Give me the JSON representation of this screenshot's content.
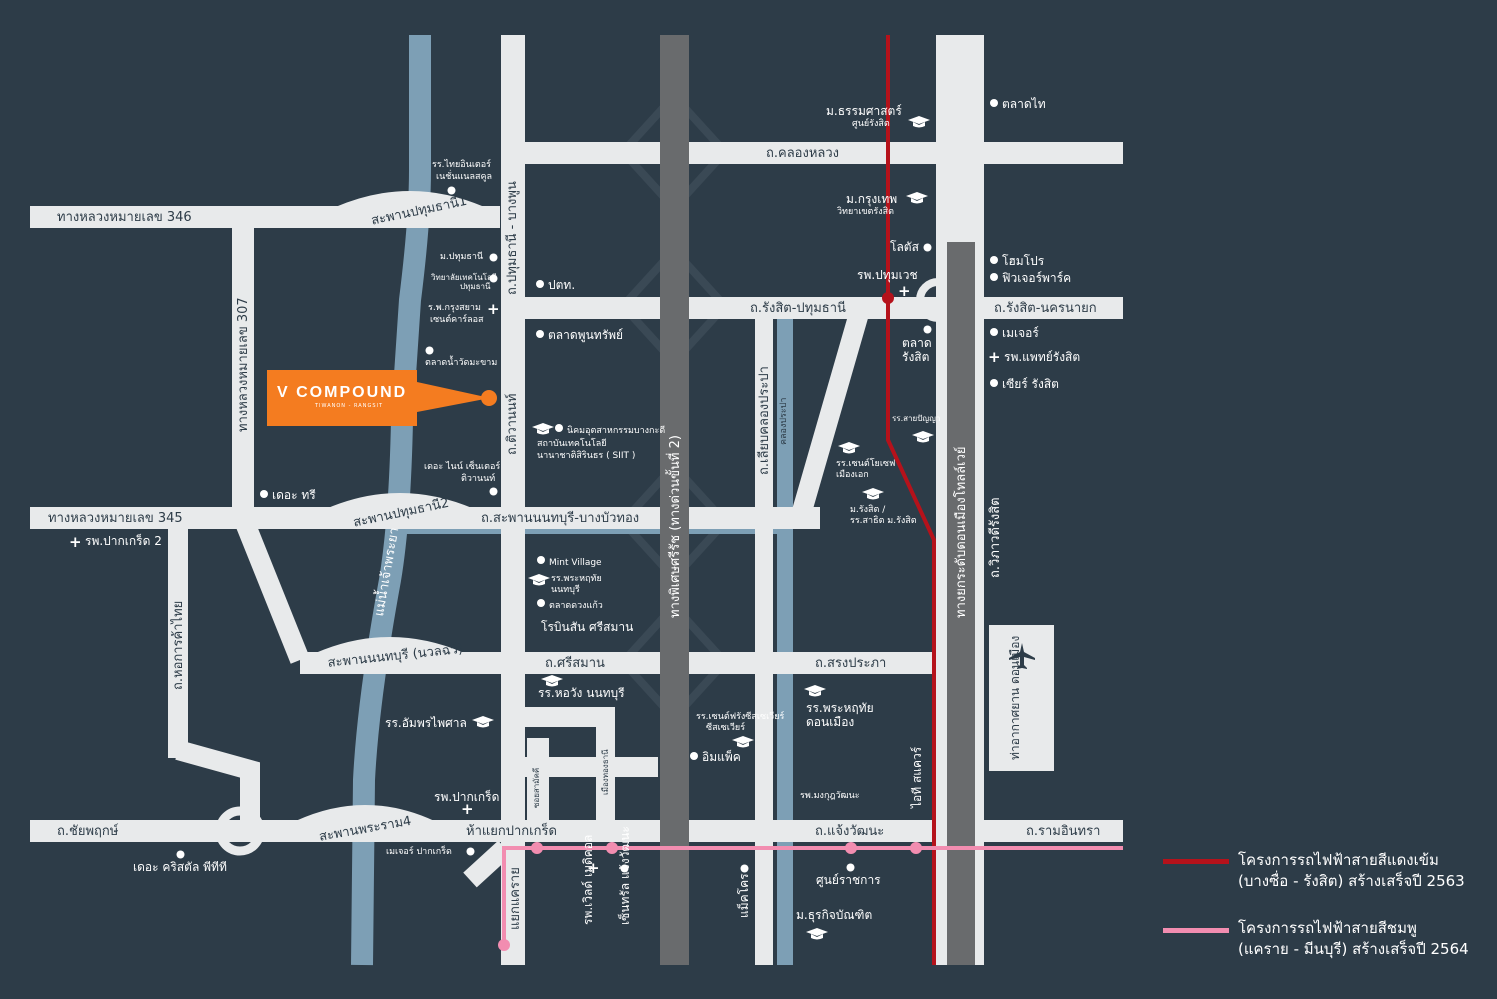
{
  "colors": {
    "background": "#2d3c48",
    "road": "#e8eaeb",
    "expressway": "#696b6d",
    "river": "#7d9fb5",
    "red_line": "#b5121b",
    "pink_line": "#f28db0",
    "brand": "#f47c20",
    "label": "#ffffff"
  },
  "brand": {
    "name": "V COMPOUND",
    "sub": "TIWANON - RANGSIT"
  },
  "roads": {
    "hw346": "ทางหลวงหมายเลข 346",
    "hw345": "ทางหลวงหมายเลข 345",
    "hw307": "ทางหลวงหมายเลข 307",
    "klong_luang": "ถ.คลองหลวง",
    "rangsit_pathum": "ถ.รังสิต-ปทุมธานี",
    "rangsit_nakhon": "ถ.รังสิต-นครนายก",
    "saphan_nonbang": "ถ.สะพานนนทบุรี-บางบัวทอง",
    "srisaman": "ถ.ศรีสมาน",
    "sorakprapa": "ถ.สรงประภา",
    "chaengwattana": "ถ.แจ้งวัฒนะ",
    "ramintra": "ถ.รามอินทรา",
    "chaiyaphruek": "ถ.ชัยพฤกษ์",
    "pathum_bangphun": "ถ.ปทุมธานี - บางพูน",
    "tiwanon": "ถ.ติวานนท์",
    "liap_klong_prapa": "ถ.เลียบคลองประปา",
    "klong_prapa": "คลองประปา",
    "si_rat": "ทางพิเศษศรีรัช (ทางด่วนขั้นที่ 2)",
    "don_mueang_tollway": "ทางยกระดับดอนเมืองโทลล์เวย์",
    "vibhavadi": "ถ.วิภาวดีรังสิต",
    "hokan_kha_thai": "ถ.หอการค้าไทย",
    "river": "แม่น้ำเจ้าพระยา",
    "bridge1": "สะพานปทุมธานี1",
    "bridge2": "สะพานปทุมธานี2",
    "bridge_nonthaburi": "สะพานนนทบุรี (นวลฉวี)",
    "bridge_rama4": "สะพานพระราม4",
    "pak_kret_intersection": "ห้าแยกปากเกร็ด",
    "khae_rai": "แยกแคราย",
    "soi_samakkhi": "ซอยสามัคคี",
    "muang_thong": "เมืองทองธานี"
  },
  "places": {
    "thammasat": "ม.ธรรมศาสตร์",
    "thammasat_sub": "ศูนย์รังสิต",
    "talad_thai": "ตลาดไท",
    "bangkok_u": "ม.กรุงเทพ",
    "bangkok_u_sub": "วิทยาเขตรังสิต",
    "lotus": "โลตัส",
    "homepro": "โฮมโปร",
    "future_park": "ฟิวเจอร์พาร์ค",
    "pathumwet": "รพ.ปทุมเวช",
    "major": "เมเจอร์",
    "paet_rangsit": "รพ.แพทย์รังสิต",
    "seer_rangsit": "เซียร์ รังสิต",
    "talad_rangsit": "ตลาด รังสิต",
    "rs_saipanya": "รร.สายปัญญา",
    "st_joseph": "รร.เซนต์โยเซฟ",
    "st_joseph_sub": "เมืองเอก",
    "rangsit_u": "ม.รังสิต /",
    "rangsit_u_sub": "รร.สาธิต ม.รังสิต",
    "thai_inter": "รร.ไทยอินเตอร์",
    "thai_inter_sub": "เนชั่นแนลสคูล",
    "m_pathumthani": "ม.ปทุมธานี",
    "tech_pathum": "วิทยาลัยเทคโนโลยี",
    "tech_pathum_sub": "ปทุมธานี",
    "krungsiam": "ร.พ.กรุงสยาม",
    "krungsiam_sub": "เซนต์คาร์ลอส",
    "wat_market": "ตลาดน้ำวัดมะขาม",
    "ptt": "ปตท.",
    "talad_phoon": "ตลาดพูนทรัพย์",
    "siit_line1": "นิคมอุตสาหกรรมบางกะดี",
    "siit_line2": "สถาบันเทคโนโลยี",
    "siit_line3": "นานาชาติสิรินธร ( SIIT )",
    "the_nine": "เดอะ ไนน์ เซ็นเตอร์",
    "the_nine_sub": "ติวานนท์",
    "the_tree": "เดอะ ทรี",
    "pakkret2": "รพ.ปากเกร็ด 2",
    "mint_village": "Mint Village",
    "ps_nonthaburi": "รร.พระหฤทัย",
    "ps_nonthaburi_sub": "นนทบุรี",
    "talad_daowadueng": "ตลาดดวงแก้ว",
    "robinson": "โรบินสัน ศรีสมาน",
    "horwang": "รร.หอวัง นนทบุรี",
    "amphon": "รร.อัมพรไพศาล",
    "st_francis": "รร.เซนต์ฟรังซีสเซเวียร์",
    "st_francis_2": "ซีสเซเวียร์",
    "impact": "อิมแพ็ค",
    "ps_donmueang": "รร.พระหฤทัย",
    "ps_donmueang_sub": "ดอนเมือง",
    "mongkut": "รพ.มงกุฎวัฒนะ",
    "it_square": "ไอที สแควร์",
    "pakkret_hosp": "รพ.ปากเกร็ด",
    "major_pakkret": "เมเจอร์ ปากเกร็ด",
    "crystal": "เดอะ คริสตัล พีทีที",
    "world_medical": "รพ.เวิลด์ เมดิคอล",
    "central": "เซ็นทรัล แจ้งวัฒนะ",
    "makro": "แม็คโคร",
    "government": "ศูนย์ราชการ",
    "dpu": "ม.ธุรกิจบัณฑิต",
    "airport": "ท่าอากาศยาน ดอนเมือง"
  },
  "legend": {
    "red_line_1": "โครงการรถไฟฟ้าสายสีแดงเข้ม",
    "red_line_2": "(บางซื่อ - รังสิต) สร้างเสร็จปี 2563",
    "pink_line_1": "โครงการรถไฟฟ้าสายสีชมพู",
    "pink_line_2": "(แคราย - มีนบุรี) สร้างเสร็จปี 2564"
  }
}
